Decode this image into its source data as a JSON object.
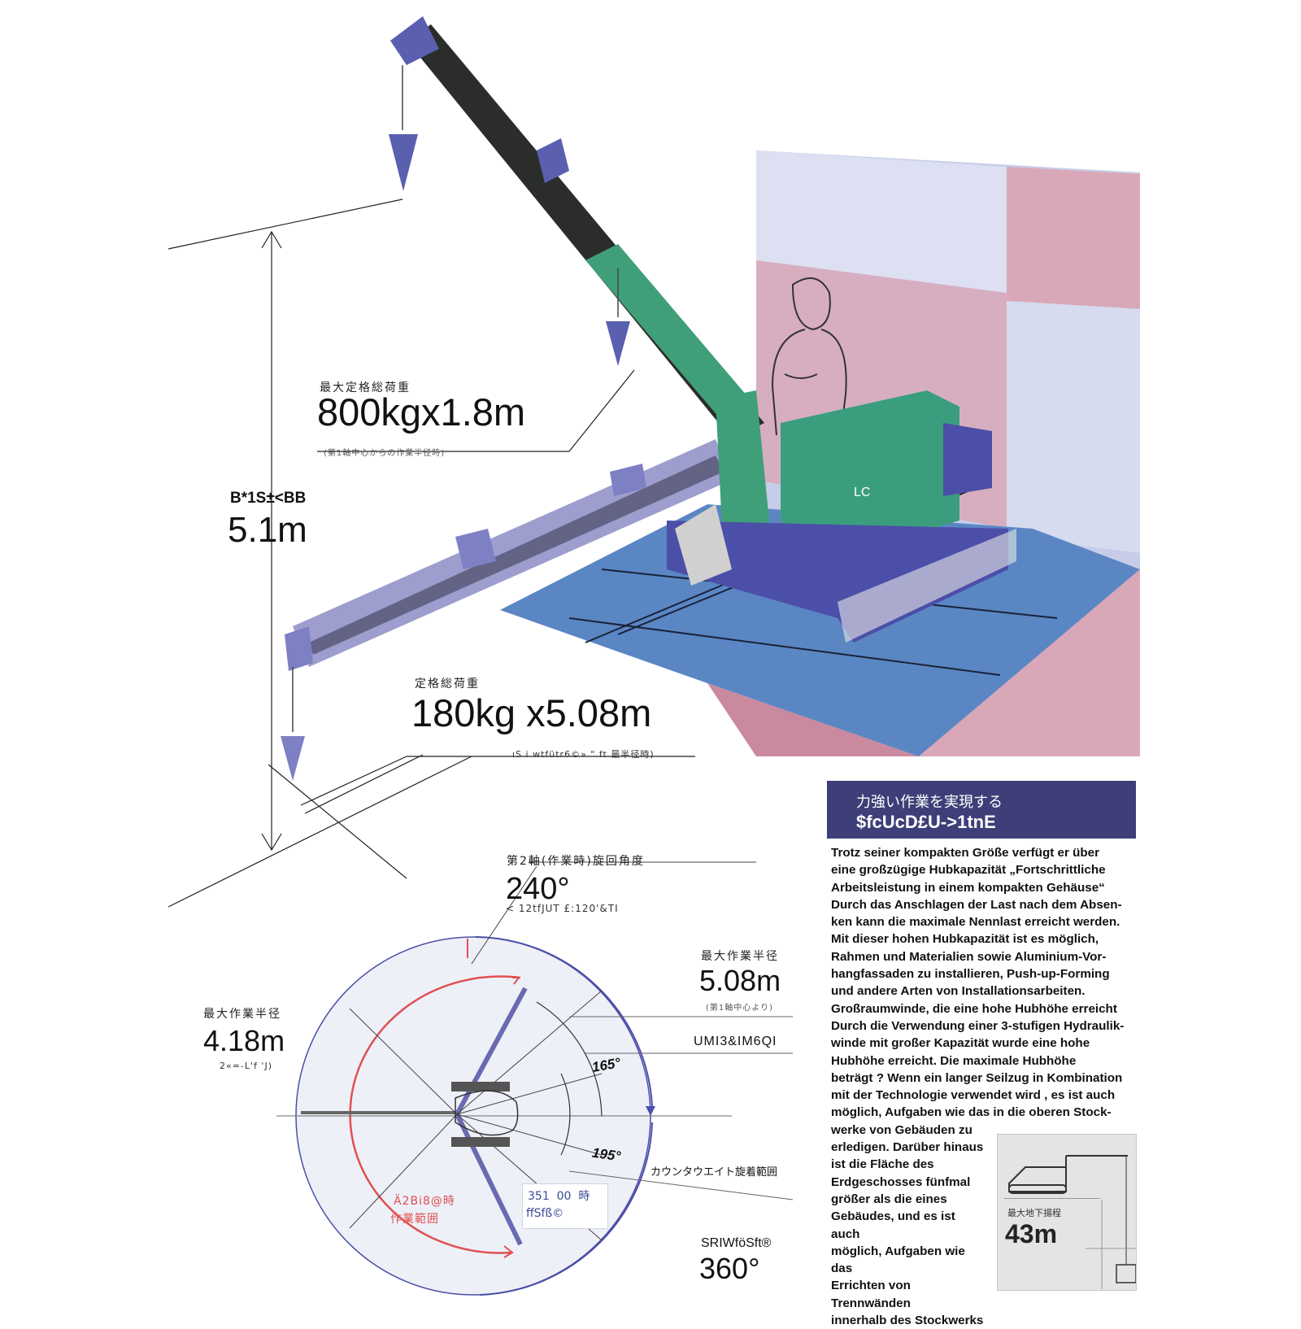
{
  "max_load": {
    "label": "最大定格総荷重",
    "value": "800kgx1.8m",
    "note": "(第1軸中心からの作業半径時)"
  },
  "height": {
    "label": "B*1S±<BB",
    "value": "5.1m"
  },
  "rated_load": {
    "label": "定格総荷重",
    "value": "180kg x5.08m",
    "note": "ıS i wtfütr6©» \" ft 最半径時)"
  },
  "slew": {
    "label": "第2軸(作業時)旋回角度",
    "value": "240°",
    "note": "<    12tfJUT £:120'&TI"
  },
  "radius_right": {
    "label": "最大作業半径",
    "value": "5.08m",
    "note": "(第1軸中心より)"
  },
  "code_label": "UMI3&IM6QI",
  "radius_left": {
    "label": "最大作業半径",
    "value": "4.18m",
    "note": "2«=-L'f 'J)"
  },
  "angle_165": "165°",
  "angle_195": "195°",
  "counterweight_label": "カウンタウエイト旋着範囲",
  "work_range_label": {
    "line1": "Ä2Bi8@時",
    "line2": "作業範囲"
  },
  "work_range_box": {
    "line1": "351  00  時",
    "line2": "ffSfß©"
  },
  "rotation": {
    "label": "SRIWföSft®",
    "value": "360°"
  },
  "header": {
    "line1": "力強い作業を実現する",
    "line2": "$fcUcD£U->1tnE"
  },
  "body_lines": [
    "Trotz seiner kompakten Größe verfügt er über",
    "eine großzügige Hubkapazität „Fortschrittliche",
    "Arbeitsleistung in einem kompakten Gehäuse“",
    "Durch das Anschlagen der Last nach dem Absen-",
    "ken kann die maximale Nennlast erreicht werden.",
    "Mit dieser hohen Hubkapazität ist es möglich,",
    "Rahmen und Materialien sowie Aluminium-Vor-",
    "hangfassaden zu installieren, Push-up-Forming",
    "und andere Arten von Installationsarbeiten.",
    "Großraumwinde, die eine hohe Hubhöhe erreicht",
    "Durch die Verwendung einer 3-stufigen Hydraulik-",
    "winde mit großer Kapazität  wurde eine hohe",
    "Hubhöhe erreicht.  Die maximale Hubhöhe",
    "beträgt ?  Wenn ein langer Seilzug in Kombination",
    "mit der Technologie verwendet wird , es ist auch",
    "möglich, Aufgaben wie das in die oberen Stock-"
  ],
  "body_lines_narrow": [
    "werke von Gebäuden zu",
    "erledigen. Darüber hinaus",
    "ist die Fläche des",
    "Erdgeschosses fünfmal",
    "größer als die eines",
    "Gebäudes, und es ist auch",
    "möglich, Aufgaben wie das",
    "Errichten von Trennwänden",
    "innerhalb des Stockwerks"
  ],
  "depth": {
    "label": "最大地下揚程",
    "value": "43m"
  },
  "crane_model": "LC",
  "colors": {
    "crane_green": "#3f9f78",
    "crane_blue": "#4b4fa8",
    "floor_blue": "#5b86c4",
    "floor_pink": "#c98aa0",
    "wall_lavender": "#c7cde8",
    "wall_pink": "#d9a8b8",
    "circle_fill": "#eef0f8",
    "red_arc": "#e05050",
    "header_bg": "#3e3f78"
  }
}
